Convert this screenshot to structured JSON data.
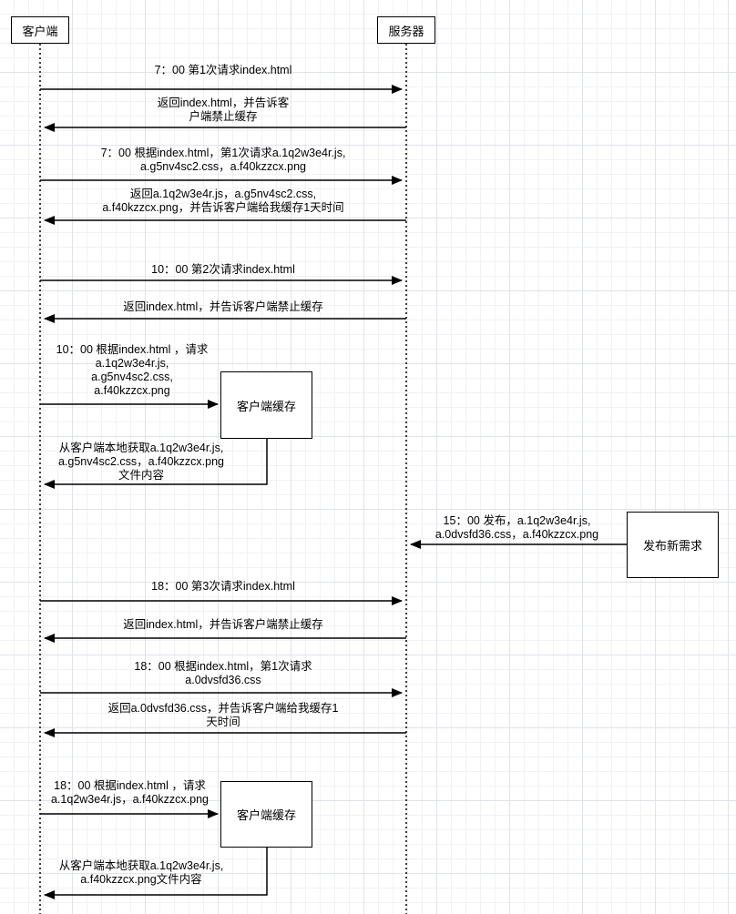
{
  "participants": {
    "client": "客户端",
    "server": "服务器"
  },
  "boxes": {
    "cache_1": "客户端缓存",
    "cache_2": "客户端缓存",
    "release": "发布新需求"
  },
  "messages": {
    "m1": "7：00 第1次请求index.html",
    "m2": "返回index.html，并告诉客\n户端禁止缓存",
    "m3": "7：00 根据index.html，第1次请求a.1q2w3e4r.js,\na.g5nv4sc2.css，a.f40kzzcx.png",
    "m4": "返回a.1q2w3e4r.js，a.g5nv4sc2.css,\na.f40kzzcx.png，并告诉客户端给我缓存1天时间",
    "m5": "10：00 第2次请求index.html",
    "m6": "返回index.html，并告诉客户端禁止缓存",
    "m7": "10：00 根据index.html ，请求\na.1q2w3e4r.js,\na.g5nv4sc2.css,\na.f40kzzcx.png",
    "m8": "从客户端本地获取a.1q2w3e4r.js,\na.g5nv4sc2.css，a.f40kzzcx.png\n文件内容",
    "m9": "15：00 发布，a.1q2w3e4r.js,\na.0dvsfd36.css，a.f40kzzcx.png",
    "m10": "18：00 第3次请求index.html",
    "m11": "返回index.html，并告诉客户端禁止缓存",
    "m12": "18：00 根据index.html，第1次请求\na.0dvsfd36.css",
    "m13": "返回a.0dvsfd36.css，并告诉客户端给我缓存1\n天时间",
    "m14": "18：00 根据index.html ，请求\na.1q2w3e4r.js，a.f40kzzcx.png",
    "m15": "从客户端本地获取a.1q2w3e4r.js,\na.f40kzzcx.png文件内容"
  }
}
